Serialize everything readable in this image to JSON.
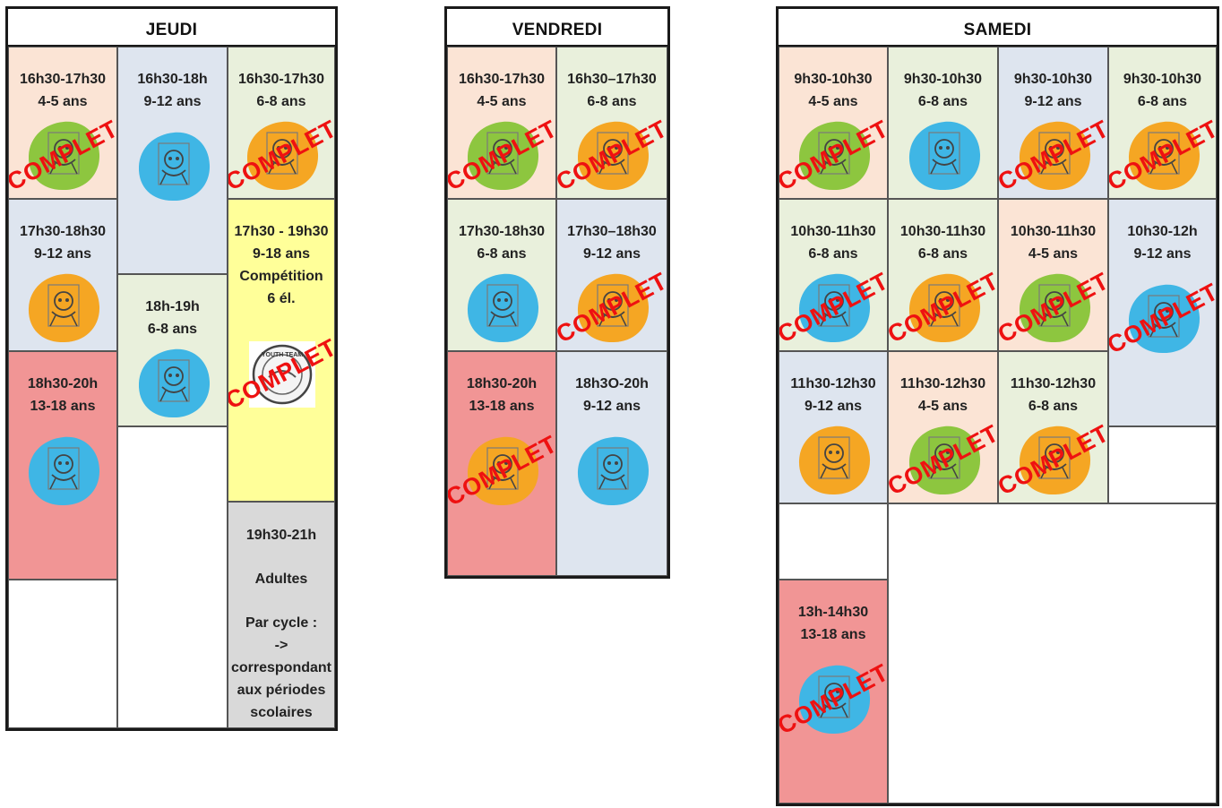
{
  "colors": {
    "peach": "#fbe4d5",
    "blue": "#dee5ef",
    "green": "#e9f0dc",
    "yellow": "#ffff99",
    "red": "#f19595",
    "grey": "#d9d9d9",
    "blob_green": "#8dc63f",
    "blob_blue": "#3fb6e5",
    "blob_orange": "#f5a623",
    "stamp_red": "#ee1111"
  },
  "stamp_text": "COMPLET",
  "days": [
    {
      "name": "JEUDI",
      "cells": [
        {
          "lines": [
            "16h30-17h30",
            "4-5 ans"
          ],
          "icon": "green-blob-icon",
          "complet": true
        },
        {
          "lines": [
            "16h30-18h",
            "9-12 ans"
          ],
          "icon": "blue-blob-icon",
          "complet": false
        },
        {
          "lines": [
            "16h30-17h30",
            "6-8 ans"
          ],
          "icon": "orange-blob-icon",
          "complet": true
        },
        {
          "lines": [
            "17h30-18h30",
            "9-12 ans"
          ],
          "icon": "orange-blob-icon",
          "complet": false
        },
        {
          "lines": [
            "17h30 - 19h30",
            "9-18 ans",
            "Compétition",
            "6 él."
          ],
          "icon": "youth-team-stamp-icon",
          "complet": true,
          "logo_text": "YOUTH TEAM"
        },
        {
          "lines": [
            "18h-19h",
            "6-8 ans"
          ],
          "icon": "blue-blob-icon",
          "complet": false
        },
        {
          "lines": [
            "18h30-20h",
            "13-18 ans"
          ],
          "icon": "blue-blob-icon",
          "complet": false
        },
        {
          "lines": [
            "19h30-21h",
            "",
            "Adultes",
            "",
            "Par cycle :",
            "->",
            "correspondant",
            "aux périodes",
            "scolaires"
          ],
          "icon": "",
          "complet": false
        }
      ]
    },
    {
      "name": "VENDREDI",
      "cells": [
        {
          "lines": [
            "16h30-17h30",
            "4-5 ans"
          ],
          "icon": "green-blob-icon",
          "complet": true
        },
        {
          "lines": [
            "16h30–17h30",
            "6-8 ans"
          ],
          "icon": "orange-blob-icon",
          "complet": true
        },
        {
          "lines": [
            "17h30-18h30",
            "6-8 ans"
          ],
          "icon": "blue-blob-icon",
          "complet": false
        },
        {
          "lines": [
            "17h30–18h30",
            "9-12 ans"
          ],
          "icon": "orange-blob-icon",
          "complet": true
        },
        {
          "lines": [
            "18h30-20h",
            "13-18 ans"
          ],
          "icon": "orange-blob-icon",
          "complet": true
        },
        {
          "lines": [
            "18h3O-20h",
            "9-12 ans"
          ],
          "icon": "blue-blob-icon",
          "complet": false
        }
      ]
    },
    {
      "name": "SAMEDI",
      "cells": [
        {
          "lines": [
            "9h30-10h30",
            "4-5 ans"
          ],
          "icon": "green-blob-icon",
          "complet": true
        },
        {
          "lines": [
            "9h30-10h30",
            "6-8 ans"
          ],
          "icon": "blue-blob-icon",
          "complet": false
        },
        {
          "lines": [
            "9h30-10h30",
            "9-12 ans"
          ],
          "icon": "orange-blob-icon",
          "complet": true
        },
        {
          "lines": [
            "9h30-10h30",
            "6-8 ans"
          ],
          "icon": "orange-blob-icon",
          "complet": true
        },
        {
          "lines": [
            "10h30-11h30",
            "6-8 ans"
          ],
          "icon": "blue-blob-icon",
          "complet": true
        },
        {
          "lines": [
            "10h30-11h30",
            "6-8 ans"
          ],
          "icon": "orange-blob-icon",
          "complet": true
        },
        {
          "lines": [
            "10h30-11h30",
            "4-5 ans"
          ],
          "icon": "green-blob-icon",
          "complet": true
        },
        {
          "lines": [
            "10h30-12h",
            "9-12 ans"
          ],
          "icon": "blue-blob-icon",
          "complet": true
        },
        {
          "lines": [
            "11h30-12h30",
            "9-12 ans"
          ],
          "icon": "orange-blob-icon",
          "complet": false
        },
        {
          "lines": [
            "11h30-12h30",
            "4-5 ans"
          ],
          "icon": "green-blob-icon",
          "complet": true
        },
        {
          "lines": [
            "11h30-12h30",
            "6-8 ans"
          ],
          "icon": "orange-blob-icon",
          "complet": true
        },
        {
          "lines": [
            "13h-14h30",
            "13-18 ans"
          ],
          "icon": "blue-blob-icon",
          "complet": true
        }
      ]
    }
  ]
}
